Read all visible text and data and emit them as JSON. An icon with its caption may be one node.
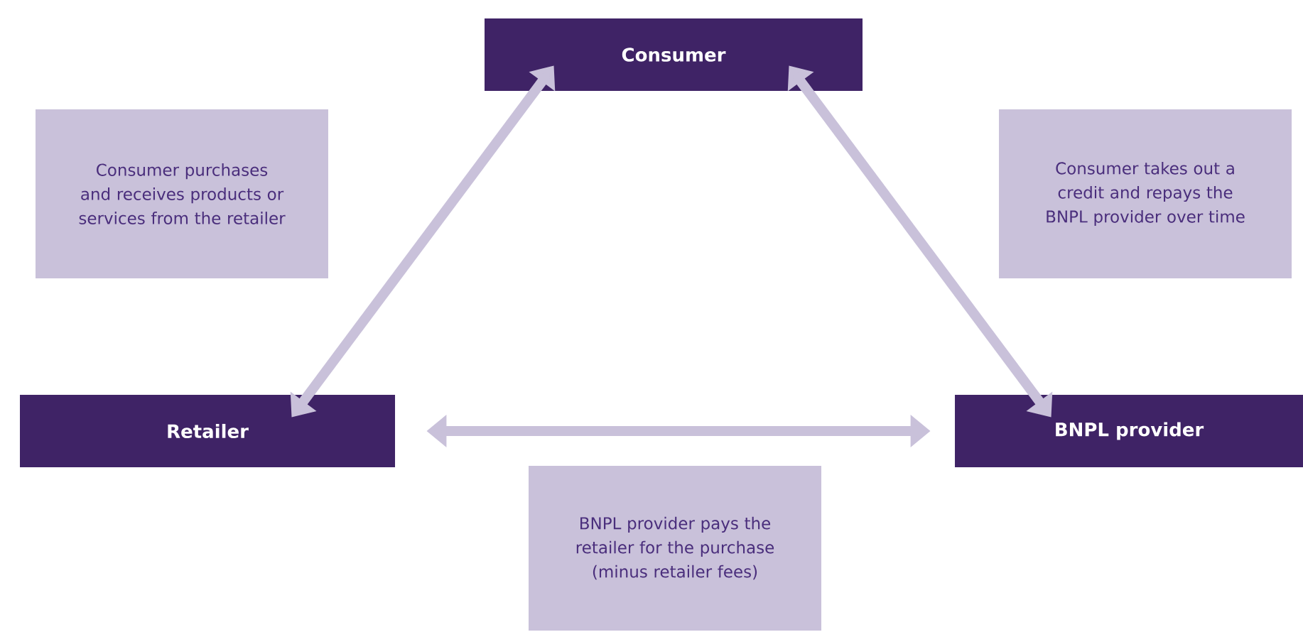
{
  "diagram": {
    "nodes": [
      {
        "text": [
          "Consumer"
        ]
      },
      {
        "text": [
          "Retailer"
        ]
      },
      {
        "text": [
          "BNPL provider"
        ]
      },
      {
        "text": [
          "Consumer purchases and receives products or services from the retailer"
        ]
      },
      {
        "text": [
          "Consumer takes out a credit and repays the BNPL provider over time"
        ]
      },
      {
        "text": [
          "BNPL provider pays the retailer for the purchase (minus retailer fees)"
        ]
      }
    ],
    "edges": [
      {
        "from": 1,
        "to": 0,
        "arrow": "both"
      },
      {
        "from": 0,
        "to": 2,
        "arrow": "both"
      },
      {
        "from": 1,
        "to": 2,
        "arrow": "both"
      }
    ]
  }
}
